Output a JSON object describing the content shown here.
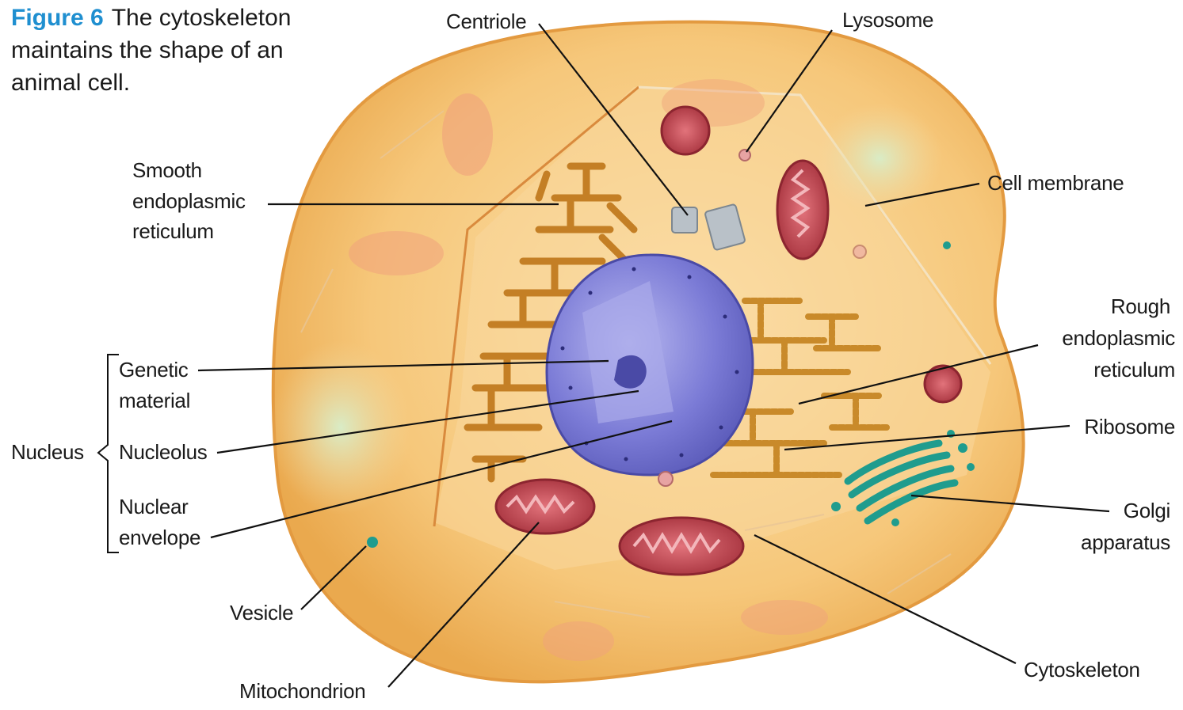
{
  "caption": {
    "figure_number": "Figure 6",
    "text": "The cytoskeleton maintains the shape of an animal cell."
  },
  "labels": {
    "centriole": "Centriole",
    "lysosome": "Lysosome",
    "smooth_er_1": "Smooth",
    "smooth_er_2": "endoplasmic",
    "smooth_er_3": "reticulum",
    "cell_membrane": "Cell membrane",
    "rough_er_1": "Rough",
    "rough_er_2": "endoplasmic",
    "rough_er_3": "reticulum",
    "genetic_material_1": "Genetic",
    "genetic_material_2": "material",
    "nucleus": "Nucleus",
    "nucleolus": "Nucleolus",
    "nuclear_envelope_1": "Nuclear",
    "nuclear_envelope_2": "envelope",
    "ribosome": "Ribosome",
    "golgi_1": "Golgi",
    "golgi_2": "apparatus",
    "vesicle": "Vesicle",
    "mitochondrion": "Mitochondrion",
    "cytoskeleton": "Cytoskeleton"
  },
  "colors": {
    "cytoplasm": "#f6c77a",
    "cell_membrane": "#e9a64b",
    "nucleus": "#6f6fcf",
    "mitochondria": "#c0404a",
    "endoplasmic_reticulum": "#c98a2a",
    "golgi": "#1f9c8e",
    "caption_accent": "#1f8fd0"
  }
}
